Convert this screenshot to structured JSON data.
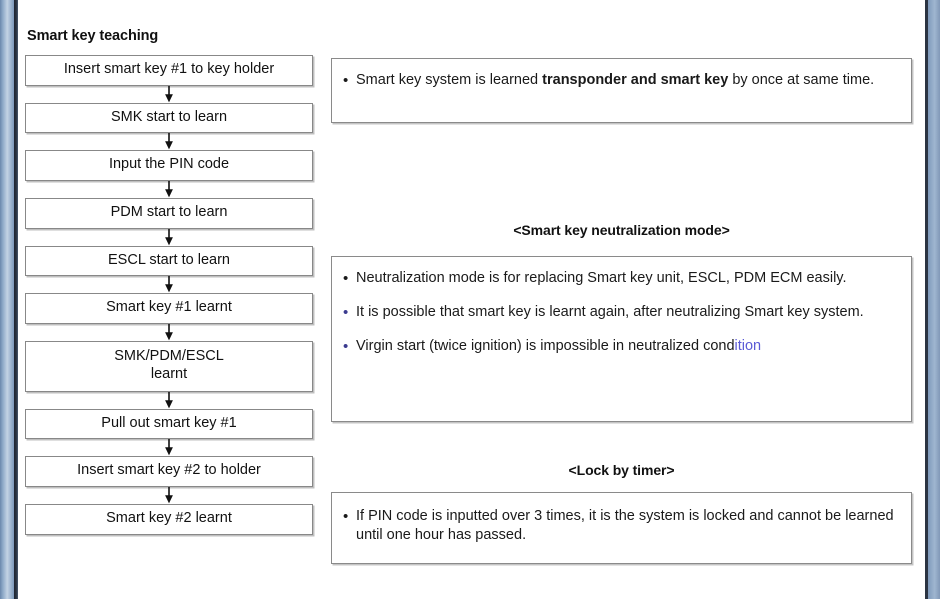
{
  "slide": {
    "title": "Smart key teaching",
    "accent_left": "#8ea9c8",
    "accent_rule": "#2b3442",
    "box_border": "#888888",
    "bullet_dark": "#1a1a1a",
    "bullet_indigo": "#3b3b8f",
    "text_blue": "#5b5bd6"
  },
  "flow": {
    "name": "smart-key-teaching-flow",
    "arrow_icon": "arrow-down-icon",
    "steps": [
      {
        "label": "Insert smart key #1 to key holder"
      },
      {
        "label": "SMK start to learn"
      },
      {
        "label": "Input the PIN code"
      },
      {
        "label": "PDM start to learn"
      },
      {
        "label": "ESCL start to learn"
      },
      {
        "label": "Smart key #1 learnt"
      },
      {
        "label": "SMK/PDM/ESCL\nlearnt",
        "two_line": true,
        "line1": "SMK/PDM/ESCL",
        "line2": "learnt"
      },
      {
        "label": "Pull out smart key #1"
      },
      {
        "label": "Insert smart key #2 to holder"
      },
      {
        "label": "Smart key #2 learnt"
      }
    ]
  },
  "notes": {
    "learning": {
      "items": [
        {
          "bullet": "•",
          "bullet_color": "#1a1a1a",
          "parts": [
            {
              "text": "Smart key system is learned ",
              "bold": false
            },
            {
              "text": "transponder and smart key",
              "bold": true
            },
            {
              "text": " by once at same  time.",
              "bold": false
            }
          ],
          "plain": "Smart key system is learned transponder and smart key by once at same  time."
        }
      ]
    },
    "neutralization": {
      "heading": "<Smart key neutralization mode>",
      "items": [
        {
          "bullet": "•",
          "bullet_color": "#1a1a1a",
          "plain": "Neutralization mode is for replacing Smart key unit, ESCL, PDM ECM easily."
        },
        {
          "bullet": "•",
          "bullet_color": "#3b3b8f",
          "plain": "It is possible that smart key is learnt again, after neutralizing Smart key system."
        },
        {
          "bullet": "•",
          "bullet_color": "#3b3b8f",
          "plain": "Virgin start (twice ignition) is impossible in neutralized condition",
          "head": "Virgin start (twice ignition) is impossible in neutralized cond",
          "tail": "ition"
        }
      ]
    },
    "lock_by_timer": {
      "heading": "<Lock by timer>",
      "items": [
        {
          "bullet": "•",
          "bullet_color": "#1a1a1a",
          "plain": "If PIN code is inputted over 3 times, it is the system is locked and cannot be learned until one hour has passed."
        }
      ]
    }
  }
}
